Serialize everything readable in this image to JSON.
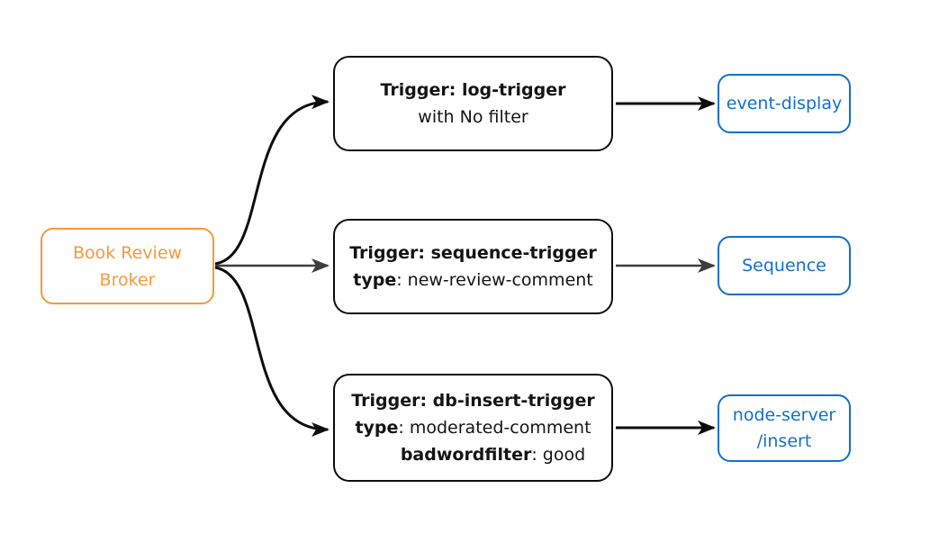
{
  "diagram": {
    "type": "flowchart",
    "direction": "left-to-right",
    "description": "Broker fan-out to three triggers, each routing to a sink"
  },
  "colors": {
    "broker_orange": "#F5993D",
    "sink_blue": "#1270CE",
    "edge_black": "#0D0D0D",
    "edge_gray": "#3E3E3E",
    "background": "#FFFFFF"
  },
  "nodes": {
    "broker": {
      "line1": "Book Review",
      "line2": "Broker"
    },
    "trigger1": {
      "title": "Trigger: log-trigger",
      "subtitle": "with No filter"
    },
    "trigger2": {
      "title": "Trigger: sequence-trigger",
      "attr1_key": "type",
      "attr1_value": ": new-review-comment"
    },
    "trigger3": {
      "title": "Trigger: db-insert-trigger",
      "attr1_key": "type",
      "attr1_value": ": moderated-comment",
      "attr2_key": "badwordfilter",
      "attr2_value": ": good"
    },
    "sink1": {
      "label": "event-display"
    },
    "sink2": {
      "label": "Sequence"
    },
    "sink3": {
      "line1": "node-server",
      "line2": "/insert"
    }
  },
  "edges": [
    {
      "from": "Book Review Broker",
      "to": "Trigger: log-trigger",
      "style": "curved",
      "color": "black"
    },
    {
      "from": "Book Review Broker",
      "to": "Trigger: sequence-trigger",
      "style": "straight",
      "color": "gray"
    },
    {
      "from": "Book Review Broker",
      "to": "Trigger: db-insert-trigger",
      "style": "curved",
      "color": "black"
    },
    {
      "from": "Trigger: log-trigger",
      "to": "event-display",
      "style": "straight",
      "color": "black"
    },
    {
      "from": "Trigger: sequence-trigger",
      "to": "Sequence",
      "style": "straight",
      "color": "gray"
    },
    {
      "from": "Trigger: db-insert-trigger",
      "to": "node-server /insert",
      "style": "straight",
      "color": "black"
    }
  ]
}
